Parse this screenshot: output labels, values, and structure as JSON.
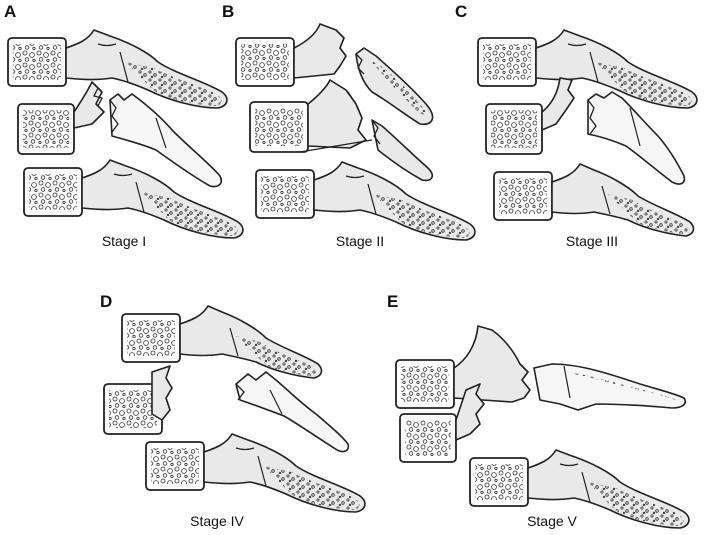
{
  "panels": [
    {
      "letter": "A",
      "stage": "Stage I"
    },
    {
      "letter": "B",
      "stage": "Stage II"
    },
    {
      "letter": "C",
      "stage": "Stage III"
    },
    {
      "letter": "D",
      "stage": "Stage IV"
    },
    {
      "letter": "E",
      "stage": "Stage V"
    }
  ]
}
